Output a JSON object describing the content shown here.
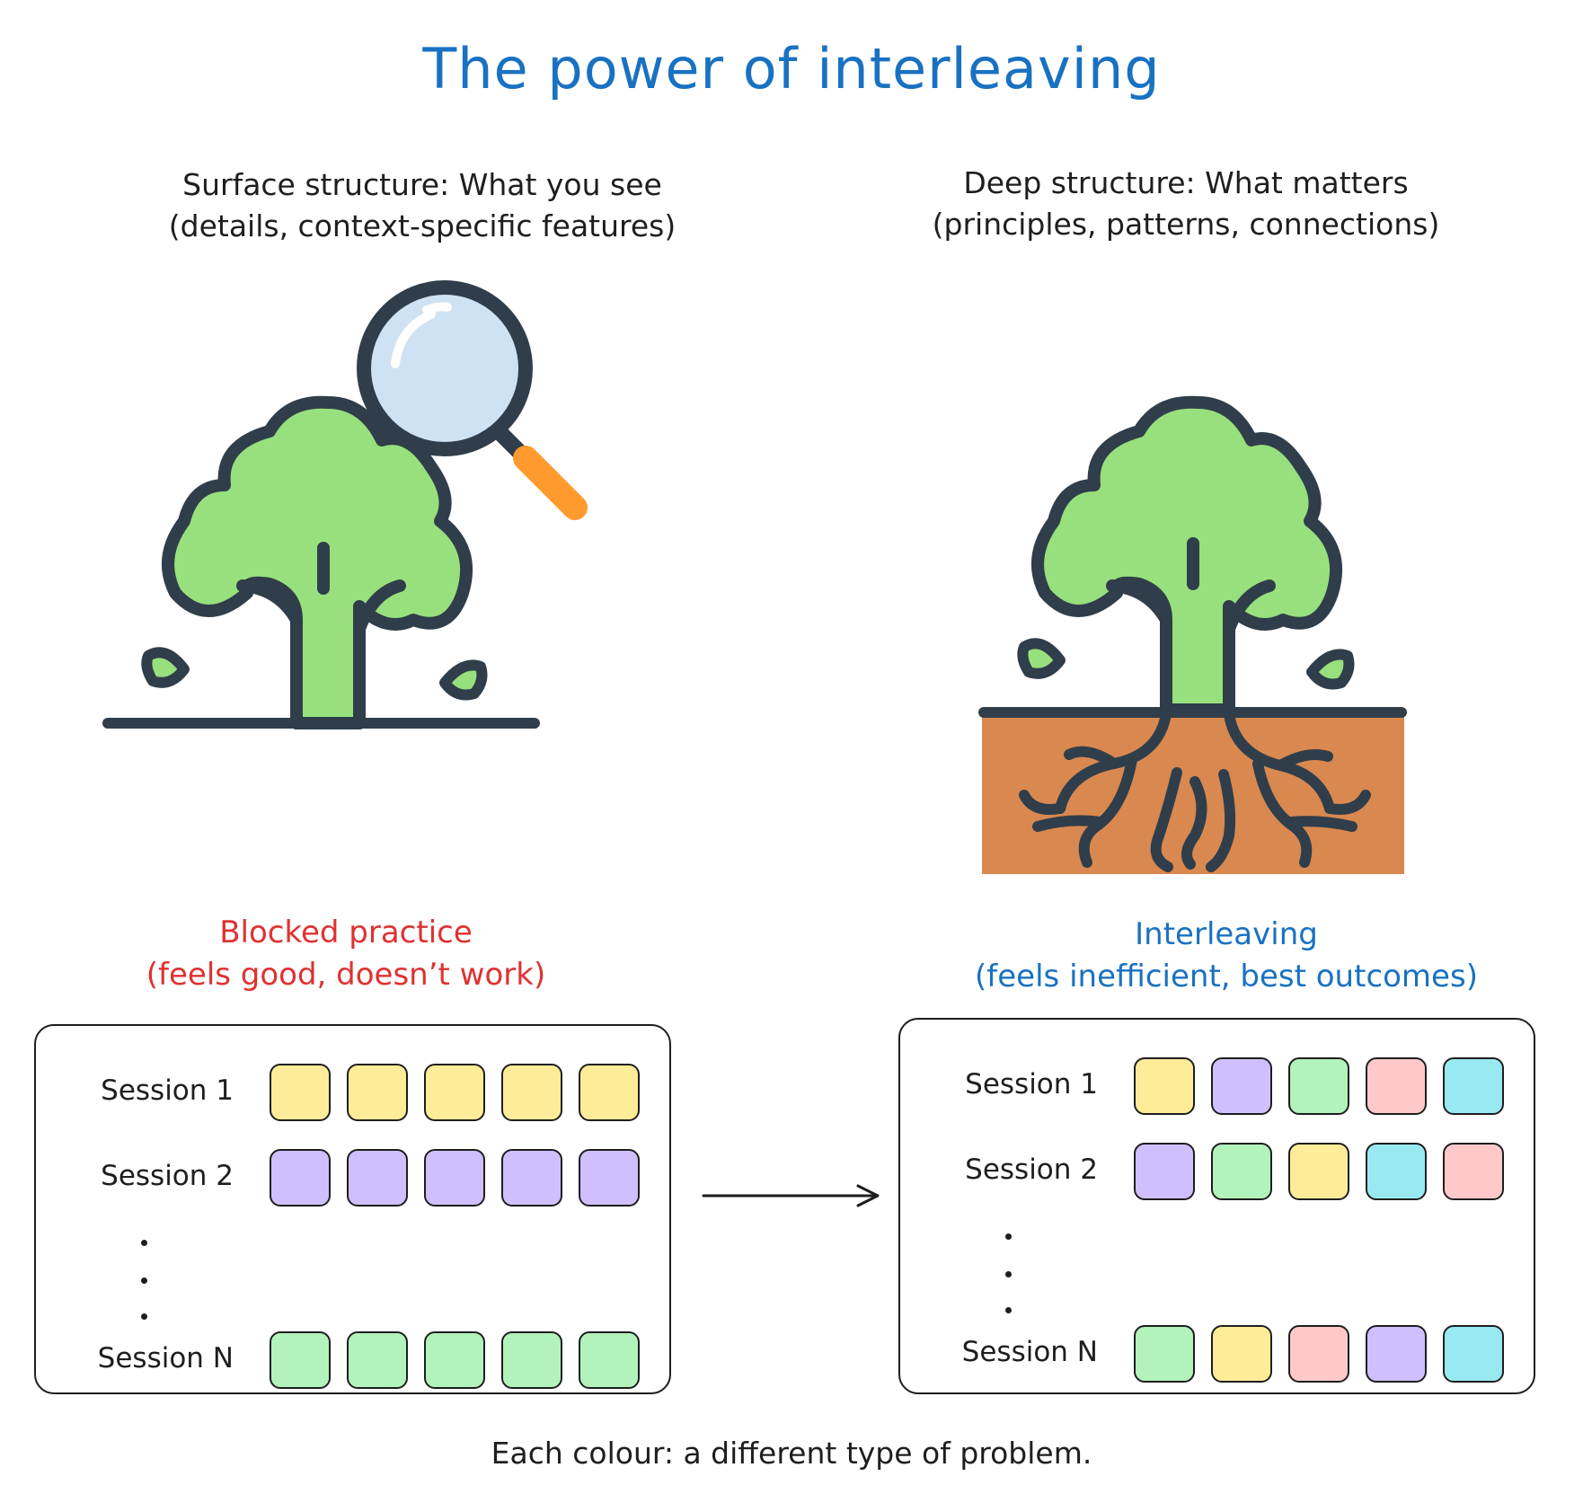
{
  "title": "The power of interleaving",
  "surface": {
    "line1": "Surface structure: What you see",
    "line2": "(details, context-specific features)"
  },
  "deep": {
    "line1": "Deep structure: What matters",
    "line2": "(principles, patterns, connections)"
  },
  "blocked": {
    "heading1": "Blocked practice",
    "heading2": "(feels good, doesn’t work)",
    "rows": [
      {
        "label": "Session 1",
        "tiles": [
          "yellow",
          "yellow",
          "yellow",
          "yellow",
          "yellow"
        ]
      },
      {
        "label": "Session 2",
        "tiles": [
          "purple",
          "purple",
          "purple",
          "purple",
          "purple"
        ]
      },
      {
        "label": "Session N",
        "tiles": [
          "green",
          "green",
          "green",
          "green",
          "green"
        ]
      }
    ]
  },
  "interleaving": {
    "heading1": "Interleaving",
    "heading2": "(feels inefficient, best outcomes)",
    "rows": [
      {
        "label": "Session 1",
        "tiles": [
          "yellow",
          "purple",
          "green",
          "pink",
          "cyan"
        ]
      },
      {
        "label": "Session 2",
        "tiles": [
          "purple",
          "green",
          "yellow",
          "cyan",
          "pink"
        ]
      },
      {
        "label": "Session N",
        "tiles": [
          "green",
          "yellow",
          "pink",
          "purple",
          "cyan"
        ]
      }
    ]
  },
  "footer": "Each colour: a different type of problem.",
  "colors": {
    "title": "#1971c2",
    "blocked": "#e03131",
    "interleaving": "#1971c2",
    "yellow": "#ffec99",
    "purple": "#d0bfff",
    "green": "#b2f2bb",
    "pink": "#ffc9c9",
    "cyan": "#99e9f2",
    "foliage": "#98e07d",
    "outline": "#2f3e4a",
    "soil": "#d9884f",
    "lens": "#cfe2f3",
    "handle": "#ff9a2e"
  }
}
